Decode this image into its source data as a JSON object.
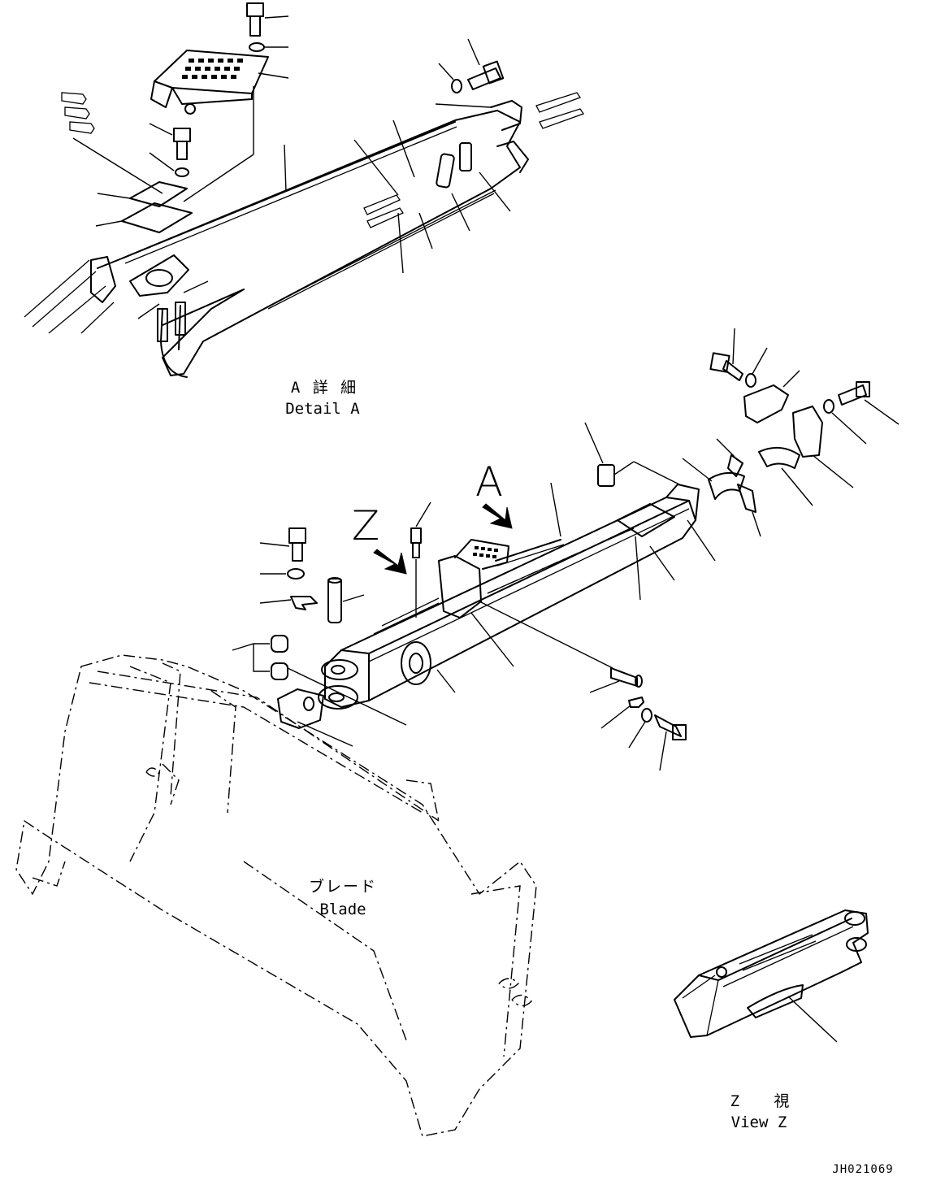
{
  "labels": {
    "detail_a_jp": "A 詳 細",
    "detail_a_en": "Detail A",
    "arrow_a": "A",
    "arrow_z": "Z",
    "blade_jp": "ブレード",
    "blade_en": "Blade",
    "view_z_jp": "Z   視",
    "view_z_en": "View Z",
    "drawing_code": "JH021069"
  }
}
